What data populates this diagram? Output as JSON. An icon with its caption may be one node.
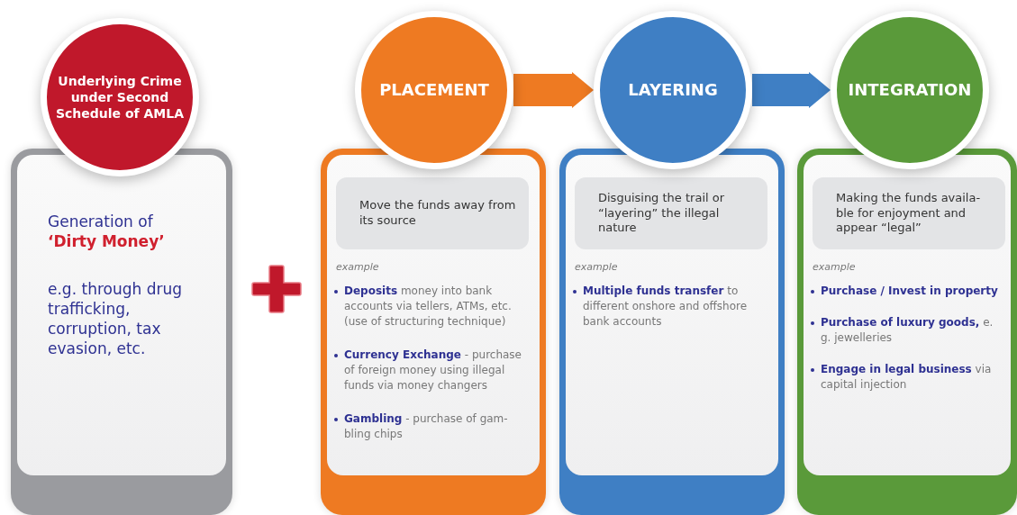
{
  "diagram": {
    "nodes": [
      {
        "text": [
          "Underlying Crime under Second Schedule of AMLA"
        ]
      },
      {
        "text": [
          "Generation of **‘Dirty Money’**",
          "e.g. through drug trafficking, corruption, tax evasion, etc."
        ]
      },
      {
        "text": [
          "PLACEMENT"
        ]
      },
      {
        "text": [
          "example",
          "**Deposits** money into bank accounts via tellers, ATMs, etc. (use of structuring technique)",
          "**Currency Exchange** - purchase of foreign money using illegal funds via money changers",
          "**Gambling** - purchase of gam-bling chips"
        ]
      },
      {
        "text": [
          "Move the funds away from its source"
        ],
        "in": 3
      },
      {
        "text": [
          "LAYERING"
        ]
      },
      {
        "text": [
          "example",
          "**Multiple funds transfer** to different onshore and offshore bank accounts"
        ]
      },
      {
        "text": [
          "Disguising the trail or “layering” the illegal nature"
        ],
        "in": 6
      },
      {
        "text": [
          "INTEGRATION"
        ]
      },
      {
        "text": [
          "example",
          "**Purchase / Invest in property**",
          "**Purchase of luxury goods,** e. g. jewelleries",
          "**Engage in legal business** via capital injection"
        ]
      },
      {
        "text": [
          "Making the funds availa-ble for enjoyment and appear “legal”"
        ],
        "in": 9
      }
    ],
    "edges": [
      {
        "from": 2,
        "to": 5,
        "arrow": "to",
        "color": "#ee7a22"
      },
      {
        "from": 5,
        "to": 8,
        "arrow": "to",
        "color": "#3f7fc4"
      }
    ]
  }
}
